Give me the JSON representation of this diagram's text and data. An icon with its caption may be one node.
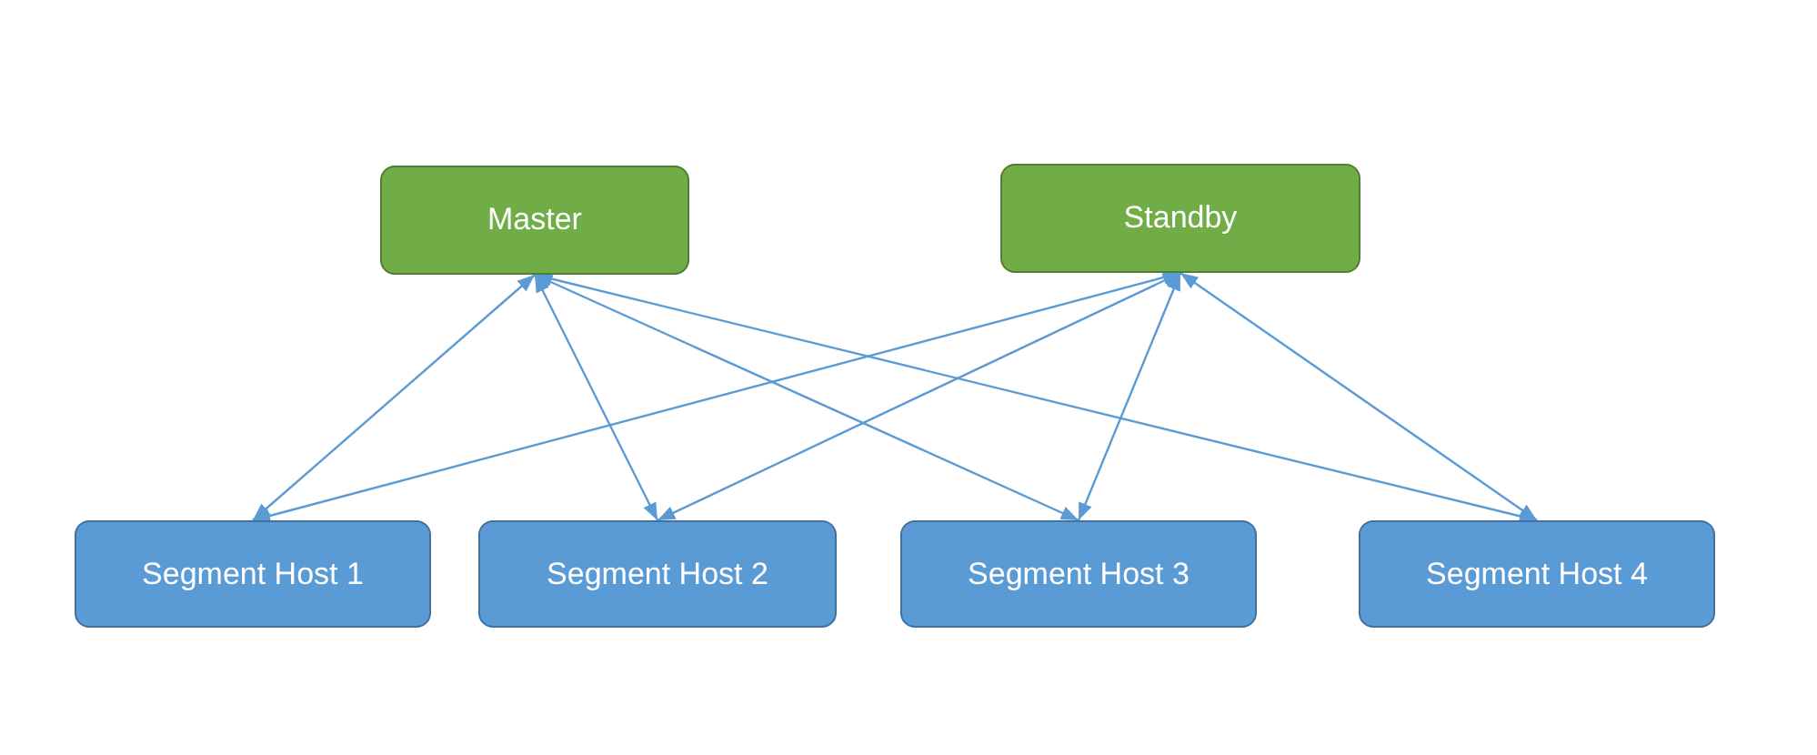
{
  "diagram": {
    "nodes": [
      {
        "text": [
          "Master"
        ]
      },
      {
        "text": [
          "Standby"
        ]
      },
      {
        "text": [
          "Segment Host 1"
        ]
      },
      {
        "text": [
          "Segment Host 2"
        ]
      },
      {
        "text": [
          "Segment Host 3"
        ]
      },
      {
        "text": [
          "Segment Host 4"
        ]
      }
    ],
    "edges": [
      {
        "from": 0,
        "to": 2,
        "arrow": "both"
      },
      {
        "from": 0,
        "to": 3,
        "arrow": "both"
      },
      {
        "from": 0,
        "to": 4,
        "arrow": "both"
      },
      {
        "from": 0,
        "to": 5,
        "arrow": "both"
      },
      {
        "from": 1,
        "to": 2,
        "arrow": "both"
      },
      {
        "from": 1,
        "to": 3,
        "arrow": "both"
      },
      {
        "from": 1,
        "to": 4,
        "arrow": "both"
      },
      {
        "from": 1,
        "to": 5,
        "arrow": "both"
      }
    ]
  }
}
